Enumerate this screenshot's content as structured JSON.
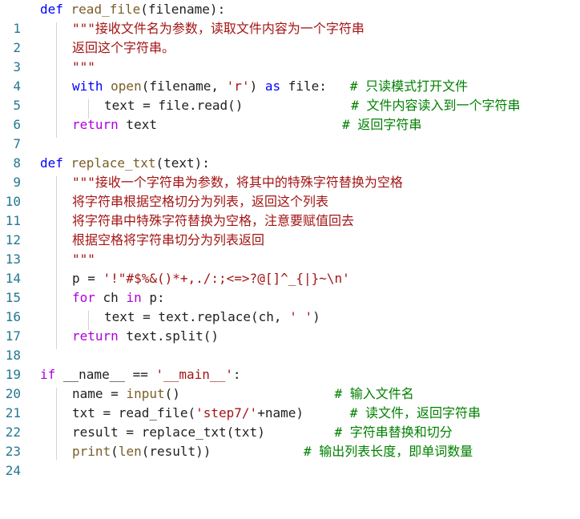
{
  "editor": {
    "line_numbers": [
      "1",
      "2",
      "3",
      "4",
      "5",
      "6",
      "7",
      "8",
      "9",
      "10",
      "11",
      "12",
      "13",
      "14",
      "15",
      "16",
      "17",
      "18",
      "19",
      "20",
      "21",
      "22",
      "23",
      "24"
    ],
    "code": {
      "l1": {
        "kw": "def",
        "name": " read_file",
        "rest": "(filename):"
      },
      "l2": {
        "doc": "\"\"\"接收文件名为参数，读取文件内容为一个字符串"
      },
      "l3": {
        "doc": "返回这个字符串。"
      },
      "l4": {
        "doc": "\"\"\""
      },
      "l5": {
        "kw": "with",
        "fn": " open",
        "p1": "(filename, ",
        "str": "'r'",
        "p2": ") ",
        "kw2": "as",
        "p3": " file:",
        "pad": "   ",
        "cmt": "# 只读模式打开文件"
      },
      "l6": {
        "t1": "text = file.read()",
        "pad": "              ",
        "cmt": "# 文件内容读入到一个字符串"
      },
      "l7": {
        "kw": "return",
        "t1": " text",
        "pad": "                        ",
        "cmt": "# 返回字符串"
      },
      "l9": {
        "kw": "def",
        "name": " replace_txt",
        "rest": "(text):"
      },
      "l10": {
        "doc": "\"\"\"接收一个字符串为参数，将其中的特殊字符替换为空格"
      },
      "l11": {
        "doc": "将字符串根据空格切分为列表，返回这个列表"
      },
      "l12": {
        "doc": "将字符串中特殊字符替换为空格，注意要赋值回去"
      },
      "l13": {
        "doc": "根据空格将字符串切分为列表返回"
      },
      "l14": {
        "doc": "\"\"\""
      },
      "l15": {
        "t1": "p = ",
        "str": "'!\"#$%&()*+,./:;<=>?@[]^_{|}~\\n'"
      },
      "l16": {
        "kw": "for",
        "t1": " ch ",
        "kw2": "in",
        "t2": " p:"
      },
      "l17": {
        "t1": "text = text.replace(ch, ",
        "str": "' '",
        "t2": ")"
      },
      "l18": {
        "kw": "return",
        "t1": " text.split()"
      },
      "l20": {
        "kw": "if",
        "t1": " __name__ == ",
        "str": "'__main__'",
        "t2": ":"
      },
      "l21": {
        "t1": "name = ",
        "fn": "input",
        "t2": "()",
        "pad": "                    ",
        "cmt": "# 输入文件名"
      },
      "l22": {
        "t1": "txt = read_file(",
        "str": "'step7/'",
        "t2": "+name)",
        "pad": "      ",
        "cmt": "# 读文件，返回字符串"
      },
      "l23": {
        "t1": "result = replace_txt(txt)",
        "pad": "         ",
        "cmt": "# 字符串替换和切分"
      },
      "l24": {
        "fn": "print",
        "t1": "(",
        "fn2": "len",
        "t2": "(result))",
        "pad": "            ",
        "cmt": "# 输出列表长度，即单词数量"
      }
    }
  }
}
